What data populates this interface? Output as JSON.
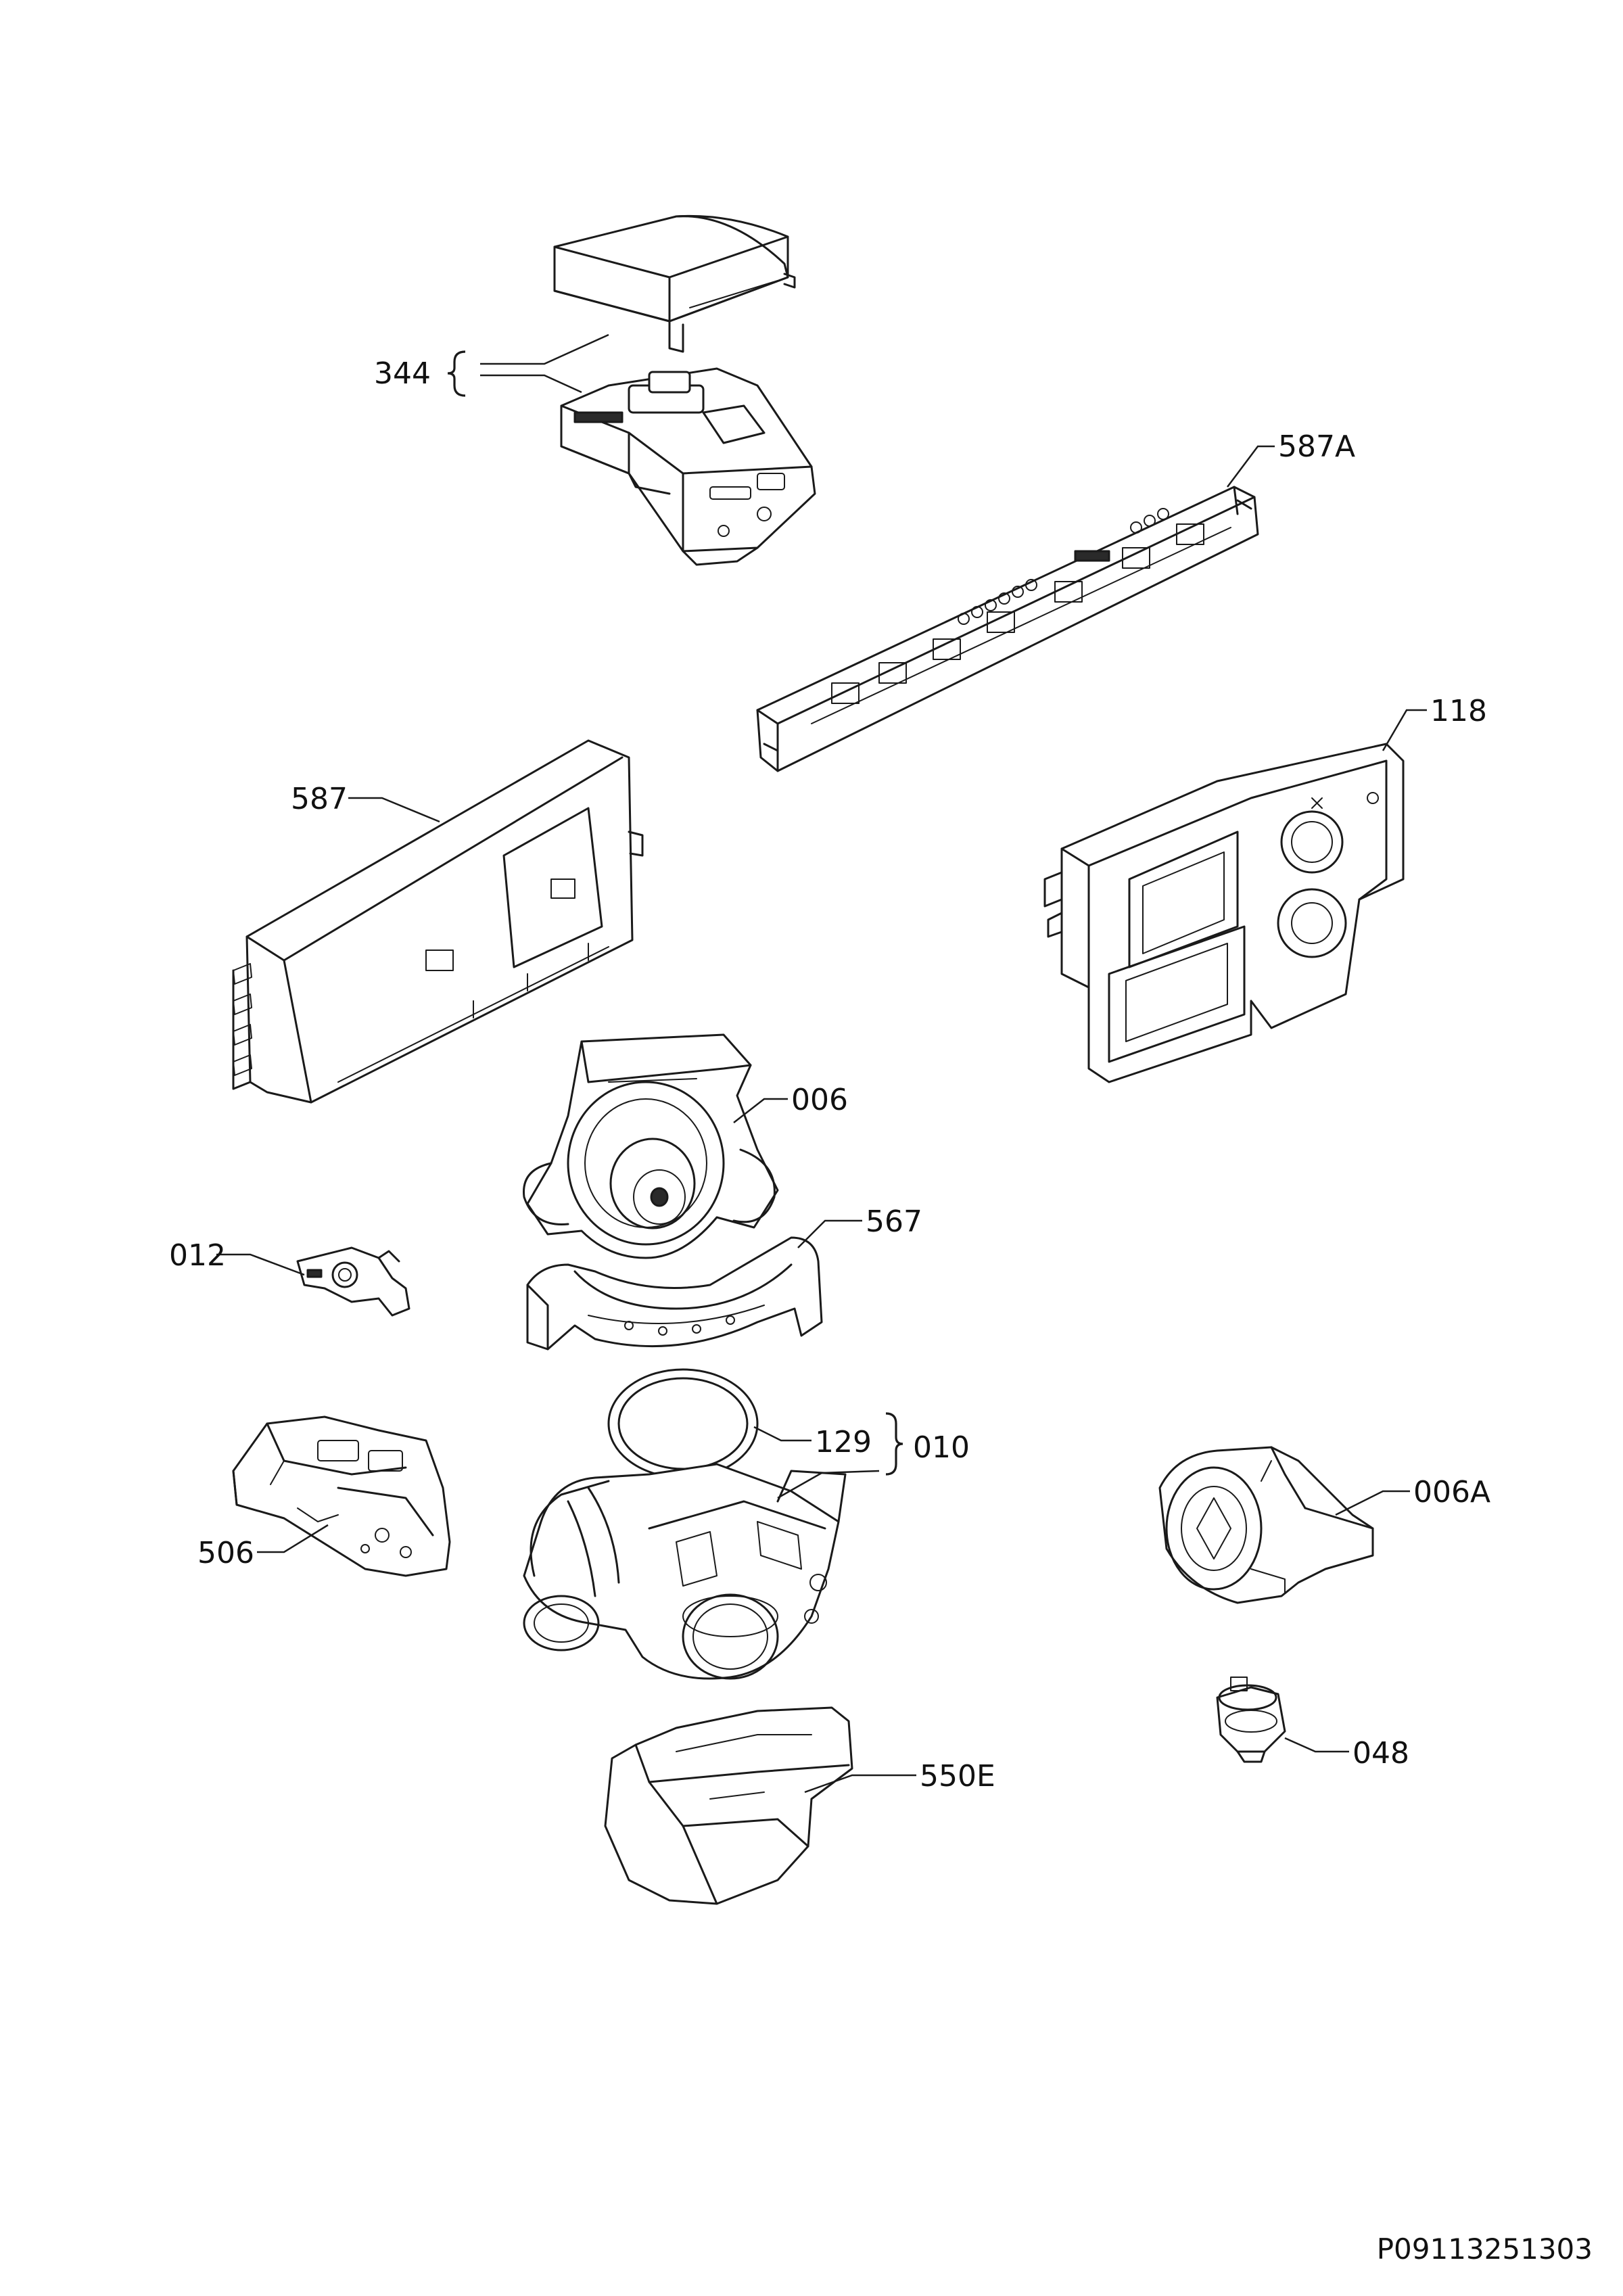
{
  "labels": {
    "p344": "344",
    "p587A": "587A",
    "p118": "118",
    "p587": "587",
    "p006": "006",
    "p567": "567",
    "p012": "012",
    "p129": "129",
    "p010": "010",
    "p506": "506",
    "p006A": "006A",
    "p048": "048",
    "p550E": "550E"
  },
  "document_id": "P09113251303"
}
